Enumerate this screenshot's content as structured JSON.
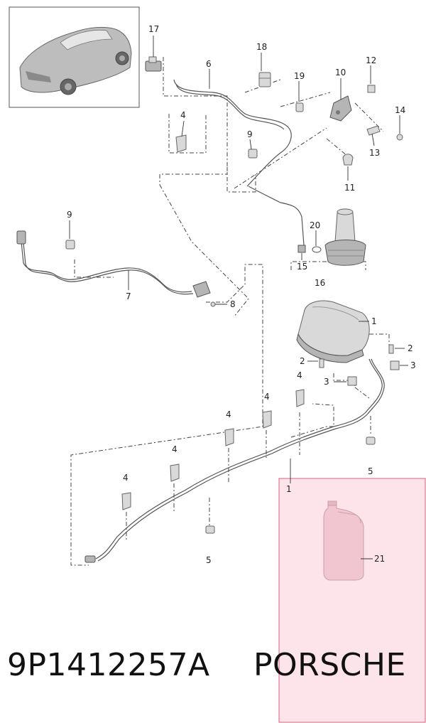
{
  "callouts": {
    "c17": "17",
    "c18": "18",
    "c6": "6",
    "c19": "19",
    "c10": "10",
    "c12": "12",
    "c14": "14",
    "c4a": "4",
    "c9a": "9",
    "c13": "13",
    "c11": "11",
    "c9b": "9",
    "c20": "20",
    "c15": "15",
    "c16": "16",
    "c7": "7",
    "c8": "8",
    "c1a": "1",
    "c2a": "2",
    "c2b": "2",
    "c3a": "3",
    "c3b": "3",
    "c4b": "4",
    "c4c": "4",
    "c4d": "4",
    "c4e": "4",
    "c4f": "4",
    "c5a": "5",
    "c5b": "5",
    "c1b": "1",
    "c21": "21"
  },
  "part_number": "9P1412257A",
  "brand": "PORSCHE",
  "colors": {
    "highlight_fill": "#fce4ea",
    "highlight_border": "#e57a8e"
  }
}
